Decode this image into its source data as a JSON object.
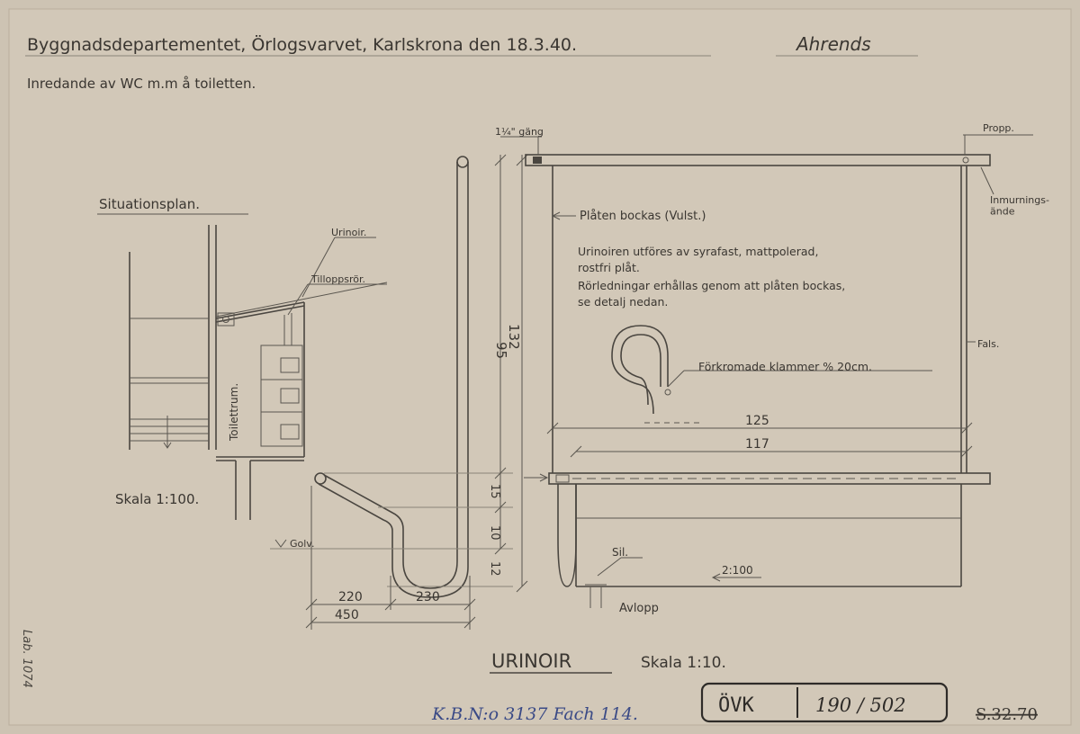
{
  "header": {
    "title": "Byggnadsdepartementet, Örlogsvarvet, Karlskrona den 18.3.40.",
    "signature": "Ahrends",
    "subtitle": "Inredande av WC m.m å toiletten."
  },
  "site_plan": {
    "heading": "Situationsplan.",
    "label_urinoir": "Urinoir.",
    "label_tillopp": "Tilloppsrör.",
    "room_label": "Toilettrum.",
    "scale": "Skala 1:100."
  },
  "section": {
    "golv_label": "Golv.",
    "dim_95": "95",
    "dim_132": "132",
    "dim_15": "15",
    "dim_10": "10",
    "dim_12": "12",
    "dim_220": "220",
    "dim_230": "230",
    "dim_450": "450"
  },
  "elevation": {
    "label_gang": "1¼\" gäng",
    "label_propp": "Propp.",
    "label_inmurning": "Inmurnings-\nände",
    "label_vulst": "Plåten bockas (Vulst.)",
    "note_line1": "Urinoiren utföres av syrafast, mattpolerad,",
    "note_line2": "rostfri plåt.",
    "note_line3": "Rörledningar erhållas genom att plåten bockas,",
    "note_line4": "se detalj nedan.",
    "label_klammer": "Förkromade klammer % 20cm.",
    "label_fals": "Fals.",
    "dim_125": "125",
    "dim_117": "117",
    "label_sil": "Sil.",
    "label_slope": "2:100",
    "label_avlopp": "Avlopp"
  },
  "footer": {
    "drawing_title": "URINOIR",
    "drawing_scale": "Skala 1:10.",
    "archive_ref": "K.B.N:o 3137 Fach 114.",
    "stamp_left": "ÖVK",
    "stamp_right": "190 / 502",
    "ref_code": "S.32.70",
    "margin_note": "Lab. 1074"
  }
}
